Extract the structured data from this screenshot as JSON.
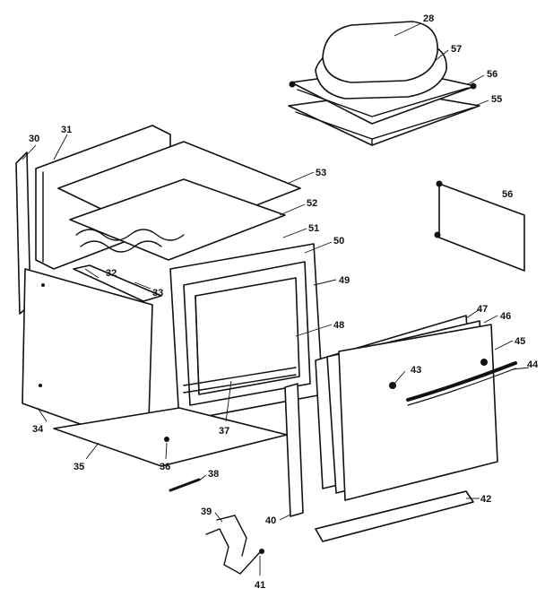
{
  "callouts": [
    {
      "id": "c28",
      "text": "28"
    },
    {
      "id": "c57",
      "text": "57"
    },
    {
      "id": "c56a",
      "text": "56"
    },
    {
      "id": "c55",
      "text": "55"
    },
    {
      "id": "c30",
      "text": "30"
    },
    {
      "id": "c31",
      "text": "31"
    },
    {
      "id": "c53",
      "text": "53"
    },
    {
      "id": "c52",
      "text": "52"
    },
    {
      "id": "c51",
      "text": "51"
    },
    {
      "id": "c50",
      "text": "50"
    },
    {
      "id": "c56b",
      "text": "56"
    },
    {
      "id": "c32",
      "text": "32"
    },
    {
      "id": "c33",
      "text": "33"
    },
    {
      "id": "c49",
      "text": "49"
    },
    {
      "id": "c48",
      "text": "48"
    },
    {
      "id": "c47",
      "text": "47"
    },
    {
      "id": "c46",
      "text": "46"
    },
    {
      "id": "c45",
      "text": "45"
    },
    {
      "id": "c43",
      "text": "43"
    },
    {
      "id": "c44",
      "text": "44"
    },
    {
      "id": "c37",
      "text": "37"
    },
    {
      "id": "c34",
      "text": "34"
    },
    {
      "id": "c35",
      "text": "35"
    },
    {
      "id": "c36",
      "text": "36"
    },
    {
      "id": "c38",
      "text": "38"
    },
    {
      "id": "c39",
      "text": "39"
    },
    {
      "id": "c40",
      "text": "40"
    },
    {
      "id": "c42",
      "text": "42"
    },
    {
      "id": "c41",
      "text": "41"
    }
  ],
  "colors": {
    "ink": "#111111",
    "paper": "#ffffff"
  }
}
